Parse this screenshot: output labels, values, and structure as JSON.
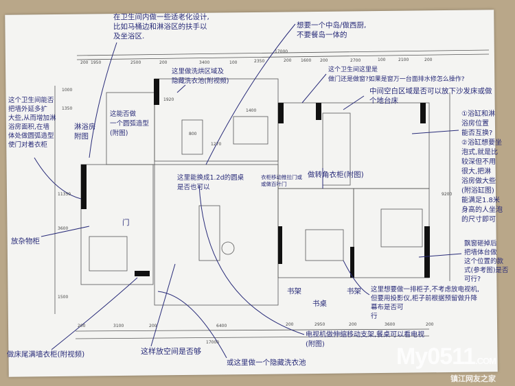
{
  "notes": {
    "bathroom_elderly": "在卫生间内做一些适老化设计,\n比如马桶边和淋浴区的扶手以\n及坐浴区.",
    "laundry": "这里做洗烘区域及\n隐藏洗衣池(附视频)",
    "kitchen_island": "想要一个中岛/做西厨,\n不要餐岛一体的",
    "bathroom_window": "这个卫生间这里是\n做门还是做窗?如果是窗万一台面排水修怎么操作?",
    "middle_bed": "中间空白区域是否可以放下沙发床或做\n个地台床",
    "bathroom_extend": "这个卫生间能否\n把墙外延多扩\n大些,从而增加淋\n浴房面积,在墙\n体处做圆弧造型\n使门对着衣柜",
    "shower_ref": "淋浴房\n附图",
    "arch": "这能否做\n一个圆弧造型\n(附图)",
    "door": "门",
    "storage": "放杂物柜",
    "round_table": "这里能换成1.2d的圆桌\n是否也可以",
    "wardrobe_door": "衣柜移动推拉门或\n或做百叶门",
    "corner_wardrobe": "做转角衣柜(附图)",
    "bookshelf_1": "书架",
    "desk": "书桌",
    "bookshelf_2": "书架",
    "bathtub": "①浴缸和淋\n浴房位置\n能否互换?\n②浴缸想要坐\n泡式,就是比\n较深但不用\n很大,把淋\n浴房做大些\n(附浴缸图)\n能满足1.8米\n身高的人坐泡\n的尺寸即可",
    "bay_window": "飘窗砸掉后\n把墙体台做\n这个位置的款\n式(参考图)是否\n可行?",
    "projector": "这里想要做一排柜子,不考虑放电视机,\n但要用投影仪,柜子前根据预留做升降\n幕布是否可\n行",
    "tv_bracket": "电视机做伸缩移动支架,餐桌可以看电视\n(附图)",
    "space_enough": "这样放空间是否够",
    "hidden_sink": "或这里做一个隐藏洗衣池",
    "bed_wardrobe": "做床尾满墙衣柜(附视频)"
  },
  "dimensions": {
    "top_total": "17000",
    "top": [
      "200",
      "1950",
      "2500",
      "200",
      "3400",
      "100",
      "2350",
      "200",
      "1600",
      "200",
      "2700",
      "100",
      "2100",
      "200"
    ],
    "bottom_total": "17000",
    "bottom": [
      "200",
      "3100",
      "200",
      "6400",
      "200",
      "2950",
      "200",
      "3600",
      "200"
    ],
    "left": [
      "1000",
      "1350",
      "11350",
      "3600",
      "1500"
    ],
    "right": [
      "9200"
    ],
    "table": [
      "800",
      "1270",
      "1400",
      "1920"
    ]
  },
  "watermark": {
    "brand": "My0511",
    "domain": ".COM",
    "tagline": "镇江网友之家"
  },
  "colors": {
    "ink": "#272a78",
    "wall": "#111111",
    "background": "#b9a789"
  }
}
